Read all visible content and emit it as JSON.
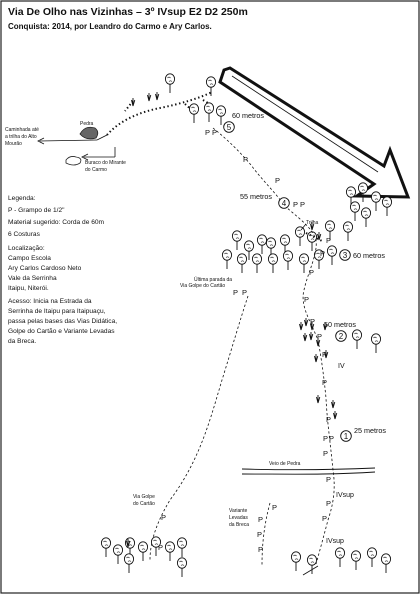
{
  "header": {
    "title": "Via De Olho nas Vizinhas – 3º IVsup E2 D2 250m",
    "subtitle": "Conquista: 2014, por Leandro do Carmo e Ary Carlos."
  },
  "legend": {
    "title": "Legenda:",
    "bolt_line": "P - Grampo de 1/2\"",
    "material_line": "Material sugerido: Corda de 60m",
    "costuras_line": "6 Costuras",
    "localizacao_title": "Localização:",
    "loc_lines": [
      "Campo Escola",
      "Ary Carlos Cardoso Neto",
      "Vale da Serrinha",
      "Itaipu, Niterói."
    ],
    "acesso_lines": [
      "Acesso:  Inicia  na  Estrada  da",
      "Serrinha  de  Itaipu  para  Itaipuaçu,",
      "passa pelas bases das Vias Didática,",
      "Golpe do Cartão e Variante Levadas",
      "da Breca."
    ]
  },
  "labels": {
    "pedra": "Pedra",
    "caminhada": [
      "Caminhada até",
      "a trilha do Alto",
      "Mourão"
    ],
    "buraco": [
      "Buraco do Mirante",
      "do Carmo"
    ],
    "trilha": "Trilha",
    "ultima_parada": [
      "Última parada da",
      "Via Golpe do Cartão"
    ],
    "via_golpe": [
      "Via Golpe",
      "do Cartão"
    ],
    "variante": [
      "Variante",
      "Levadas",
      "da Breca"
    ],
    "veio": "Veio de Pedra"
  },
  "route": {
    "bolt_symbol": "P",
    "stations": [
      {
        "num": "5",
        "dist": "60 metros"
      },
      {
        "num": "4",
        "dist": "55 metros"
      },
      {
        "num": "3",
        "dist": "60 metros"
      },
      {
        "num": "2",
        "dist": "50 metros"
      },
      {
        "num": "1",
        "dist": "25 metros"
      }
    ],
    "grades": [
      "IV",
      "IVsup",
      "IVsup"
    ]
  }
}
